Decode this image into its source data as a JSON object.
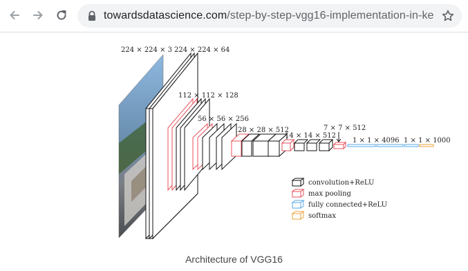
{
  "browser": {
    "url_host": "towardsdatascience.com",
    "url_path": "/step-by-step-vgg16-implementation-in-keras...",
    "icons": [
      "back-arrow-icon",
      "forward-arrow-icon",
      "reload-icon",
      "lock-icon",
      "star-icon"
    ]
  },
  "diagram": {
    "layer_labels": {
      "input": "224 × 224 × 3",
      "conv1": "224 × 224 × 64",
      "conv2": "112 × 112 × 128",
      "conv3": "56 × 56 × 256",
      "conv4": "28 × 28 × 512",
      "conv5": "14 × 14 × 512",
      "pool5": "7 × 7 × 512",
      "fc": "1 × 1 × 4096",
      "softmax": "1 × 1 × 1000"
    },
    "legend": [
      {
        "label": "convolution+ReLU",
        "color": "#111111"
      },
      {
        "label": "max pooling",
        "color": "#e8505b"
      },
      {
        "label": "fully connected+ReLU",
        "color": "#5aa9e6"
      },
      {
        "label": "softmax",
        "color": "#e8a23a"
      }
    ]
  },
  "caption": "Architecture of VGG16"
}
